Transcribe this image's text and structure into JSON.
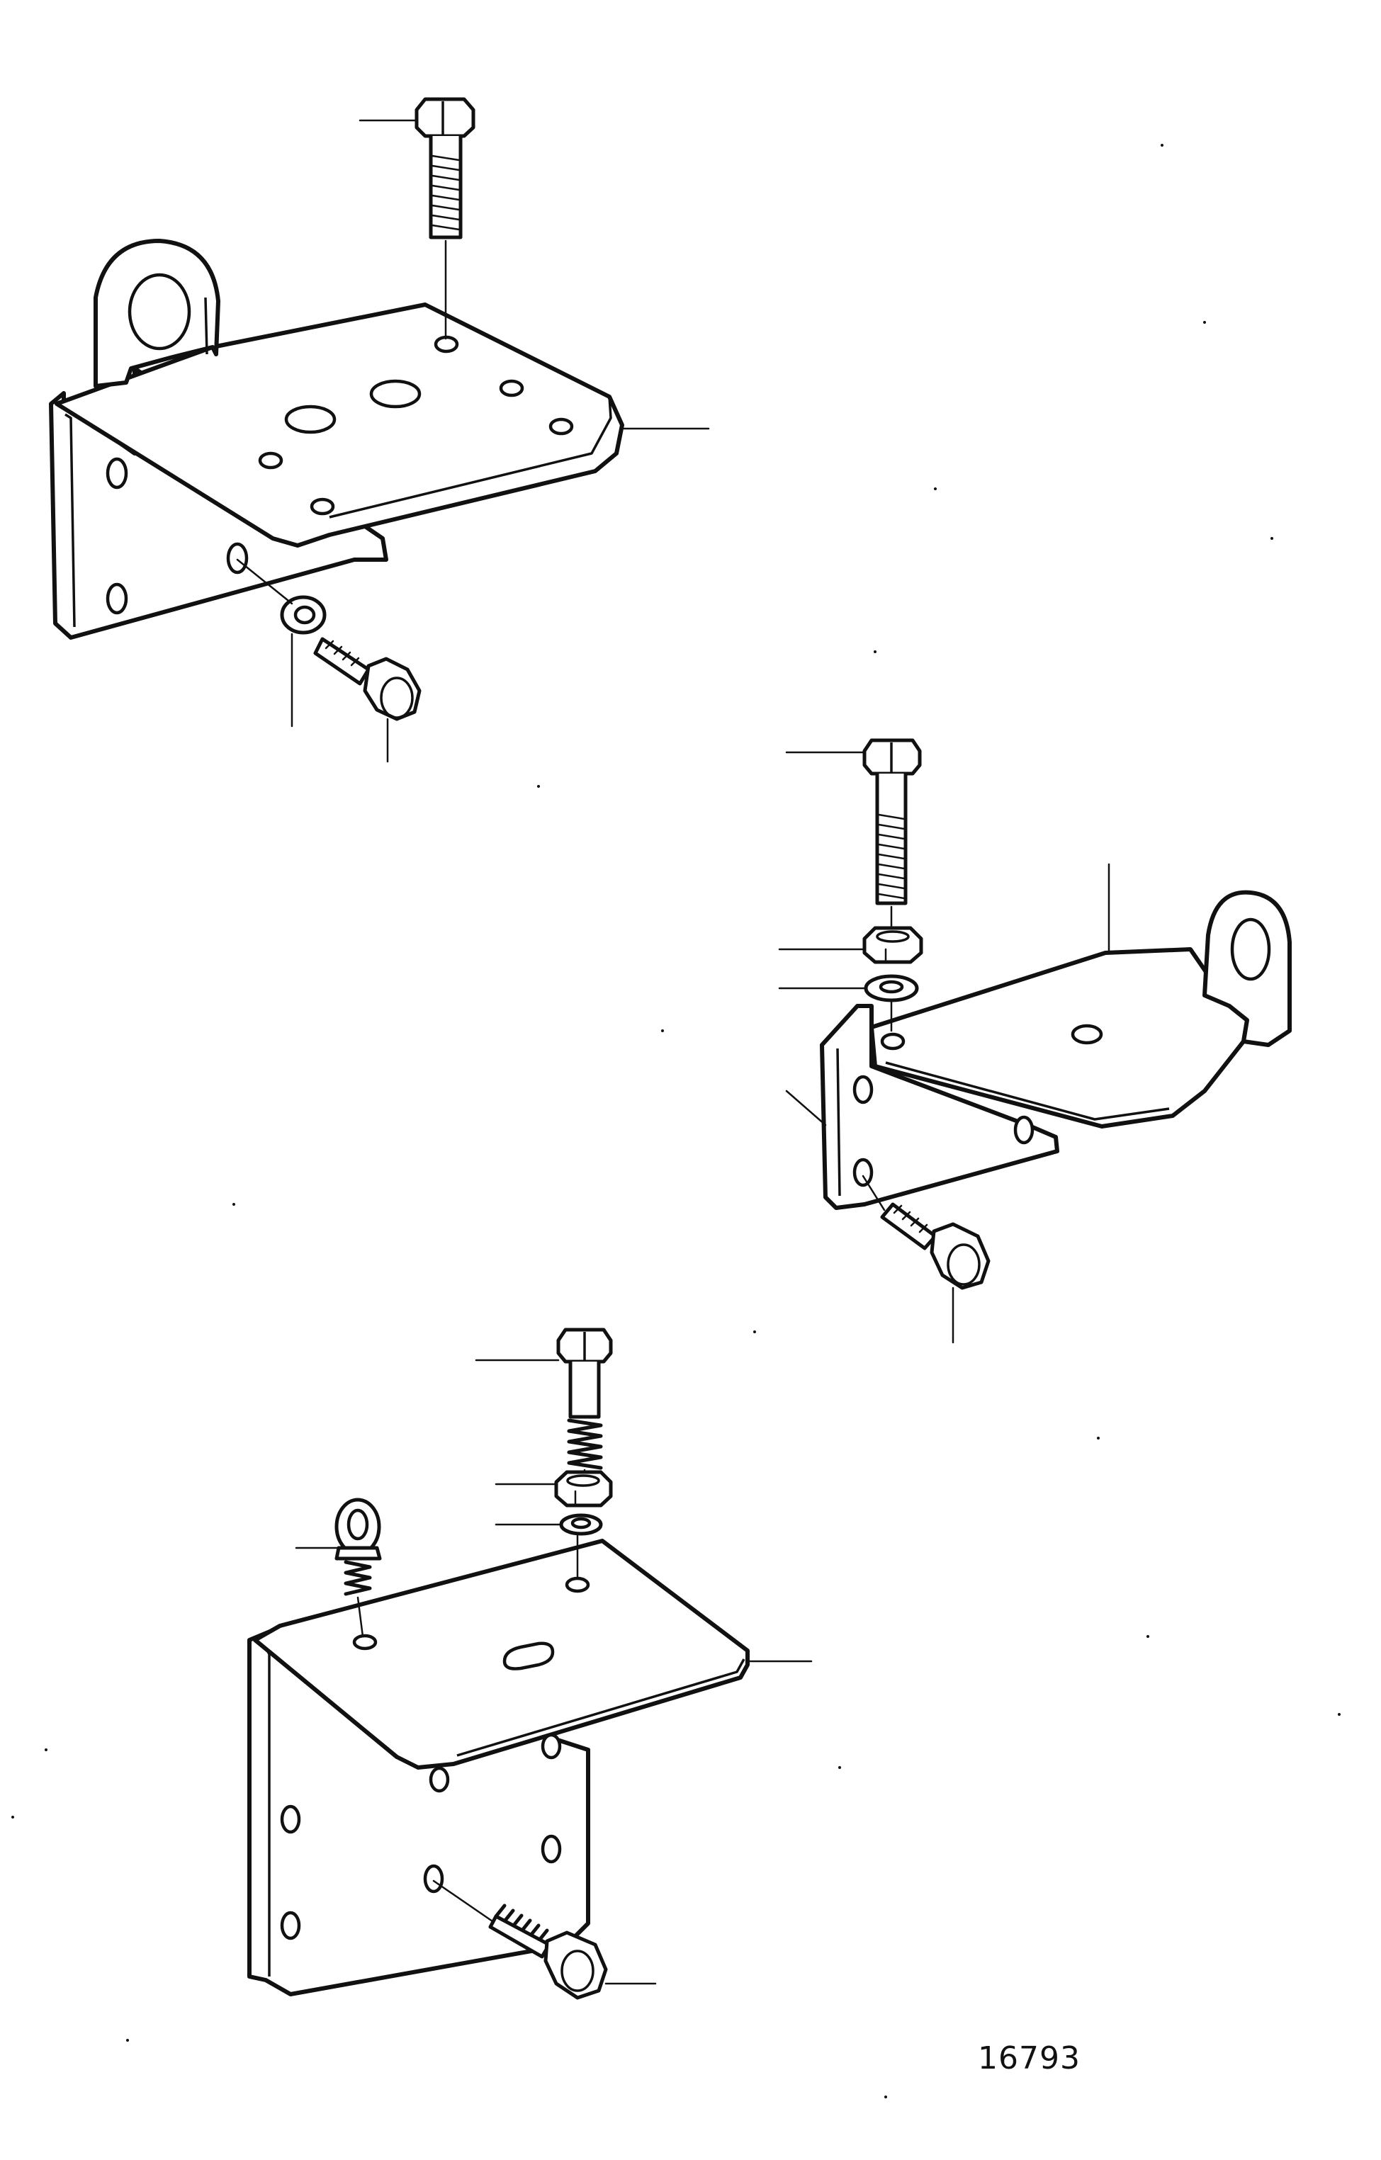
{
  "figure": {
    "number": "16793"
  },
  "assemblies": [
    {
      "id": "upper-left",
      "parts": [
        "bracket",
        "bolt",
        "washer",
        "screw"
      ]
    },
    {
      "id": "middle-right",
      "parts": [
        "bracket",
        "bolt",
        "nut",
        "washer",
        "screw"
      ]
    },
    {
      "id": "lower",
      "parts": [
        "bracket",
        "bolt",
        "nut",
        "washer",
        "eye-bolt",
        "screw"
      ]
    }
  ]
}
